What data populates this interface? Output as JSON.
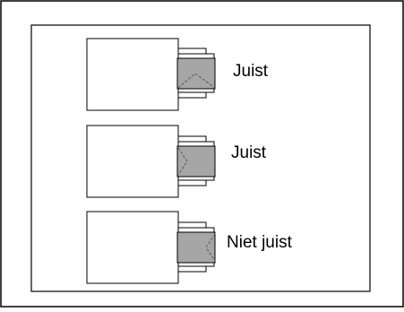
{
  "diagram": {
    "rows": [
      {
        "label": "Juist"
      },
      {
        "label": "Juist"
      },
      {
        "label": "Niet juist"
      }
    ]
  }
}
